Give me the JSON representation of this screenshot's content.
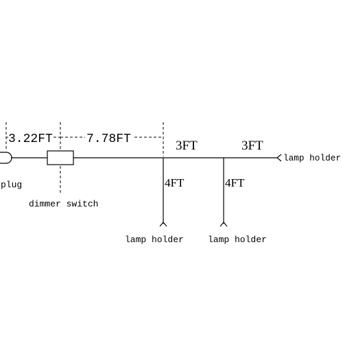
{
  "diagram": {
    "dimensions": {
      "plug_to_dimmer": "3.22FT",
      "dimmer_to_branch": "7.78FT",
      "segment_1": "3FT",
      "segment_2": "3FT",
      "drop_1": "4FT",
      "drop_2": "4FT"
    },
    "labels": {
      "plug": "plug",
      "dimmer_switch": "dimmer switch",
      "lamp_holder_1": "lamp holder",
      "lamp_holder_2": "lamp holder",
      "lamp_holder_3": "lamp holder"
    },
    "icons": {
      "plug": "plug-icon",
      "dimmer": "dimmer-switch-icon",
      "lamp": "lamp-holder-icon"
    }
  }
}
